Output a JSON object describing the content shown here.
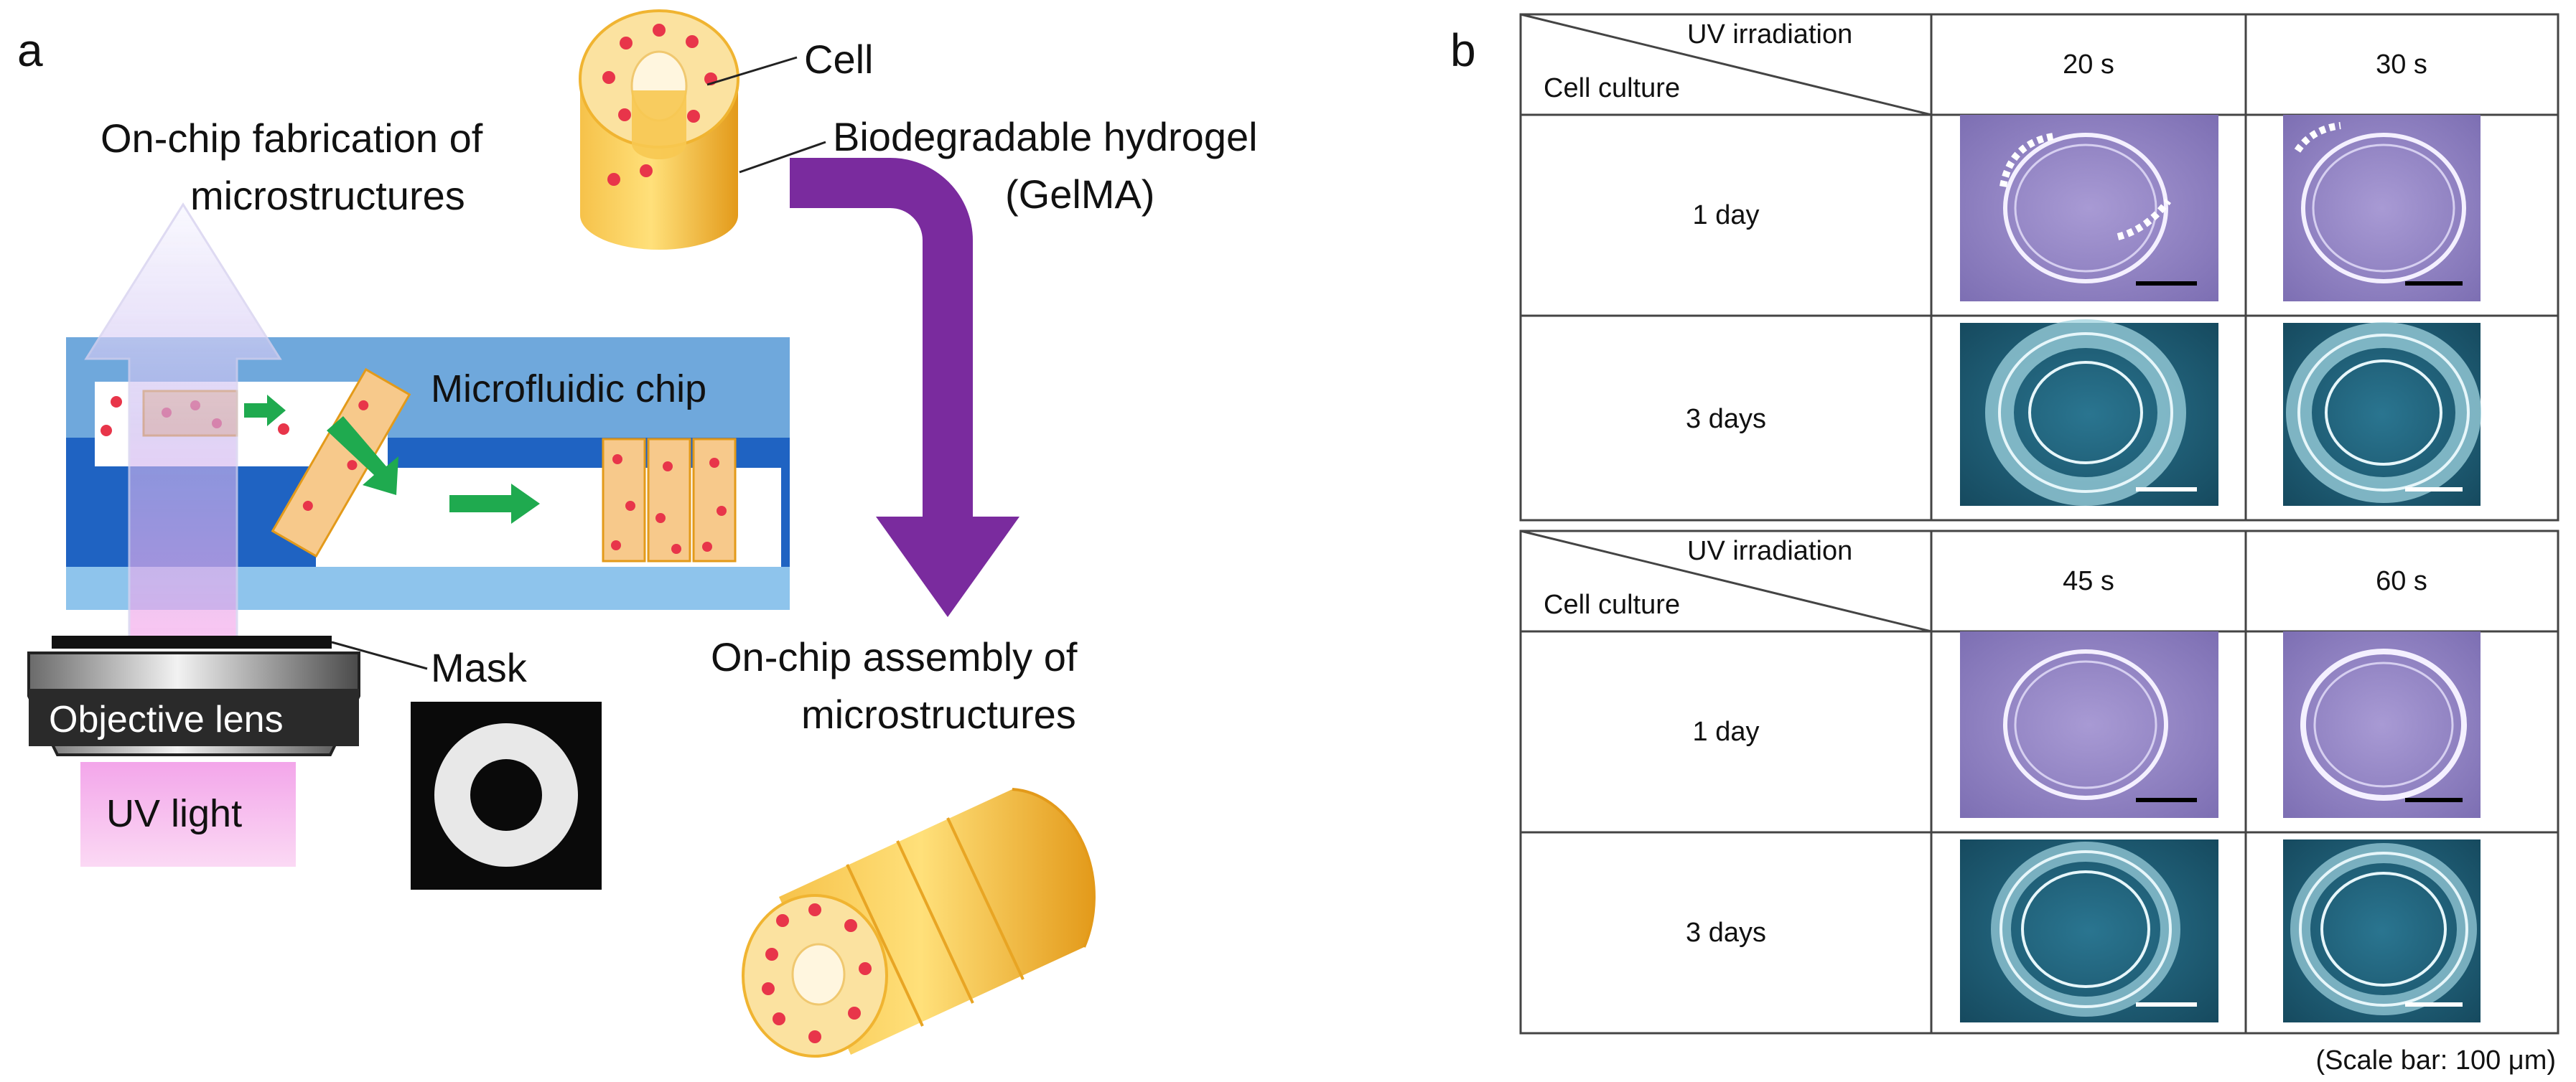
{
  "panel_a": {
    "letter": "a",
    "cell_label": "Cell",
    "hydrogel_label_line1": "Biodegradable hydrogel",
    "hydrogel_label_line2": "(GelMA)",
    "fabrication_line1": "On-chip fabrication of",
    "fabrication_line2": "microstructures",
    "chip_label": "Microfluidic chip",
    "mask_label": "Mask",
    "objective_label": "Objective lens",
    "uv_label": "UV light",
    "assembly_line1": "On-chip assembly of",
    "assembly_line2": "microstructures"
  },
  "panel_b": {
    "letter": "b",
    "tables": [
      {
        "header_top": "UV irradiation",
        "header_bottom": "Cell culture",
        "columns": [
          "20 s",
          "30 s"
        ],
        "rows": [
          "1 day",
          "3 days"
        ]
      },
      {
        "header_top": "UV irradiation",
        "header_bottom": "Cell culture",
        "columns": [
          "45 s",
          "60 s"
        ],
        "rows": [
          "1 day",
          "3 days"
        ]
      }
    ],
    "scale_note": "(Scale bar: 100 μm)"
  },
  "colors": {
    "chip_blue_light": "#5b9bd5",
    "chip_blue_dark": "#1f5fb8",
    "gel_yellow": "#f5c242",
    "cell_red": "#e8354a",
    "arrow_green": "#1faa4f",
    "arrow_purple": "#7a2b9e",
    "uv_pink": "#f4b6ee",
    "phase_purple": "#8c7fc0",
    "phase_teal": "#1d5a72"
  }
}
